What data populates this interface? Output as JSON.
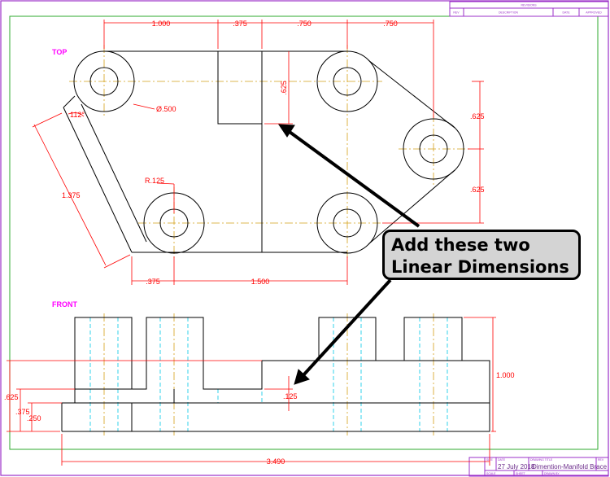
{
  "revisions": {
    "title": "REVISIONS",
    "columns": [
      "REV",
      "DESCRIPTION",
      "DATE",
      "APPROVED"
    ]
  },
  "title_block": {
    "size_label": "SIZE",
    "date_label": "DATE",
    "date": "27 July 2018",
    "drawing_title_label": "DRAWING TITLE",
    "drawing_title": "Dimention-Manifold Brace",
    "rev_label": "REV",
    "scale_label": "SCALE",
    "sheet_label": "SHEET",
    "drawn_by_label": "DRAWN BY"
  },
  "views": {
    "top": "TOP",
    "front": "FRONT"
  },
  "dimensions": {
    "top": [
      "1.000",
      ".375",
      ".750",
      ".750",
      ".625",
      ".625",
      ".625",
      "Ø.500",
      "112°",
      "1.375",
      "R.125",
      ".375",
      "1.500"
    ],
    "front": [
      ".625",
      ".375",
      ".250",
      ".125",
      "1.000",
      "3.490"
    ]
  },
  "callout": {
    "line1": "Add these two",
    "line2": "Linear Dimensions"
  },
  "colors": {
    "object": "#000000",
    "dimension": "#ff0000",
    "centerline": "#d4a017",
    "hidden": "#00c8e6",
    "border": "#9b30c8",
    "frame": "#2eaa2e",
    "view_label": "#ff00ff"
  }
}
